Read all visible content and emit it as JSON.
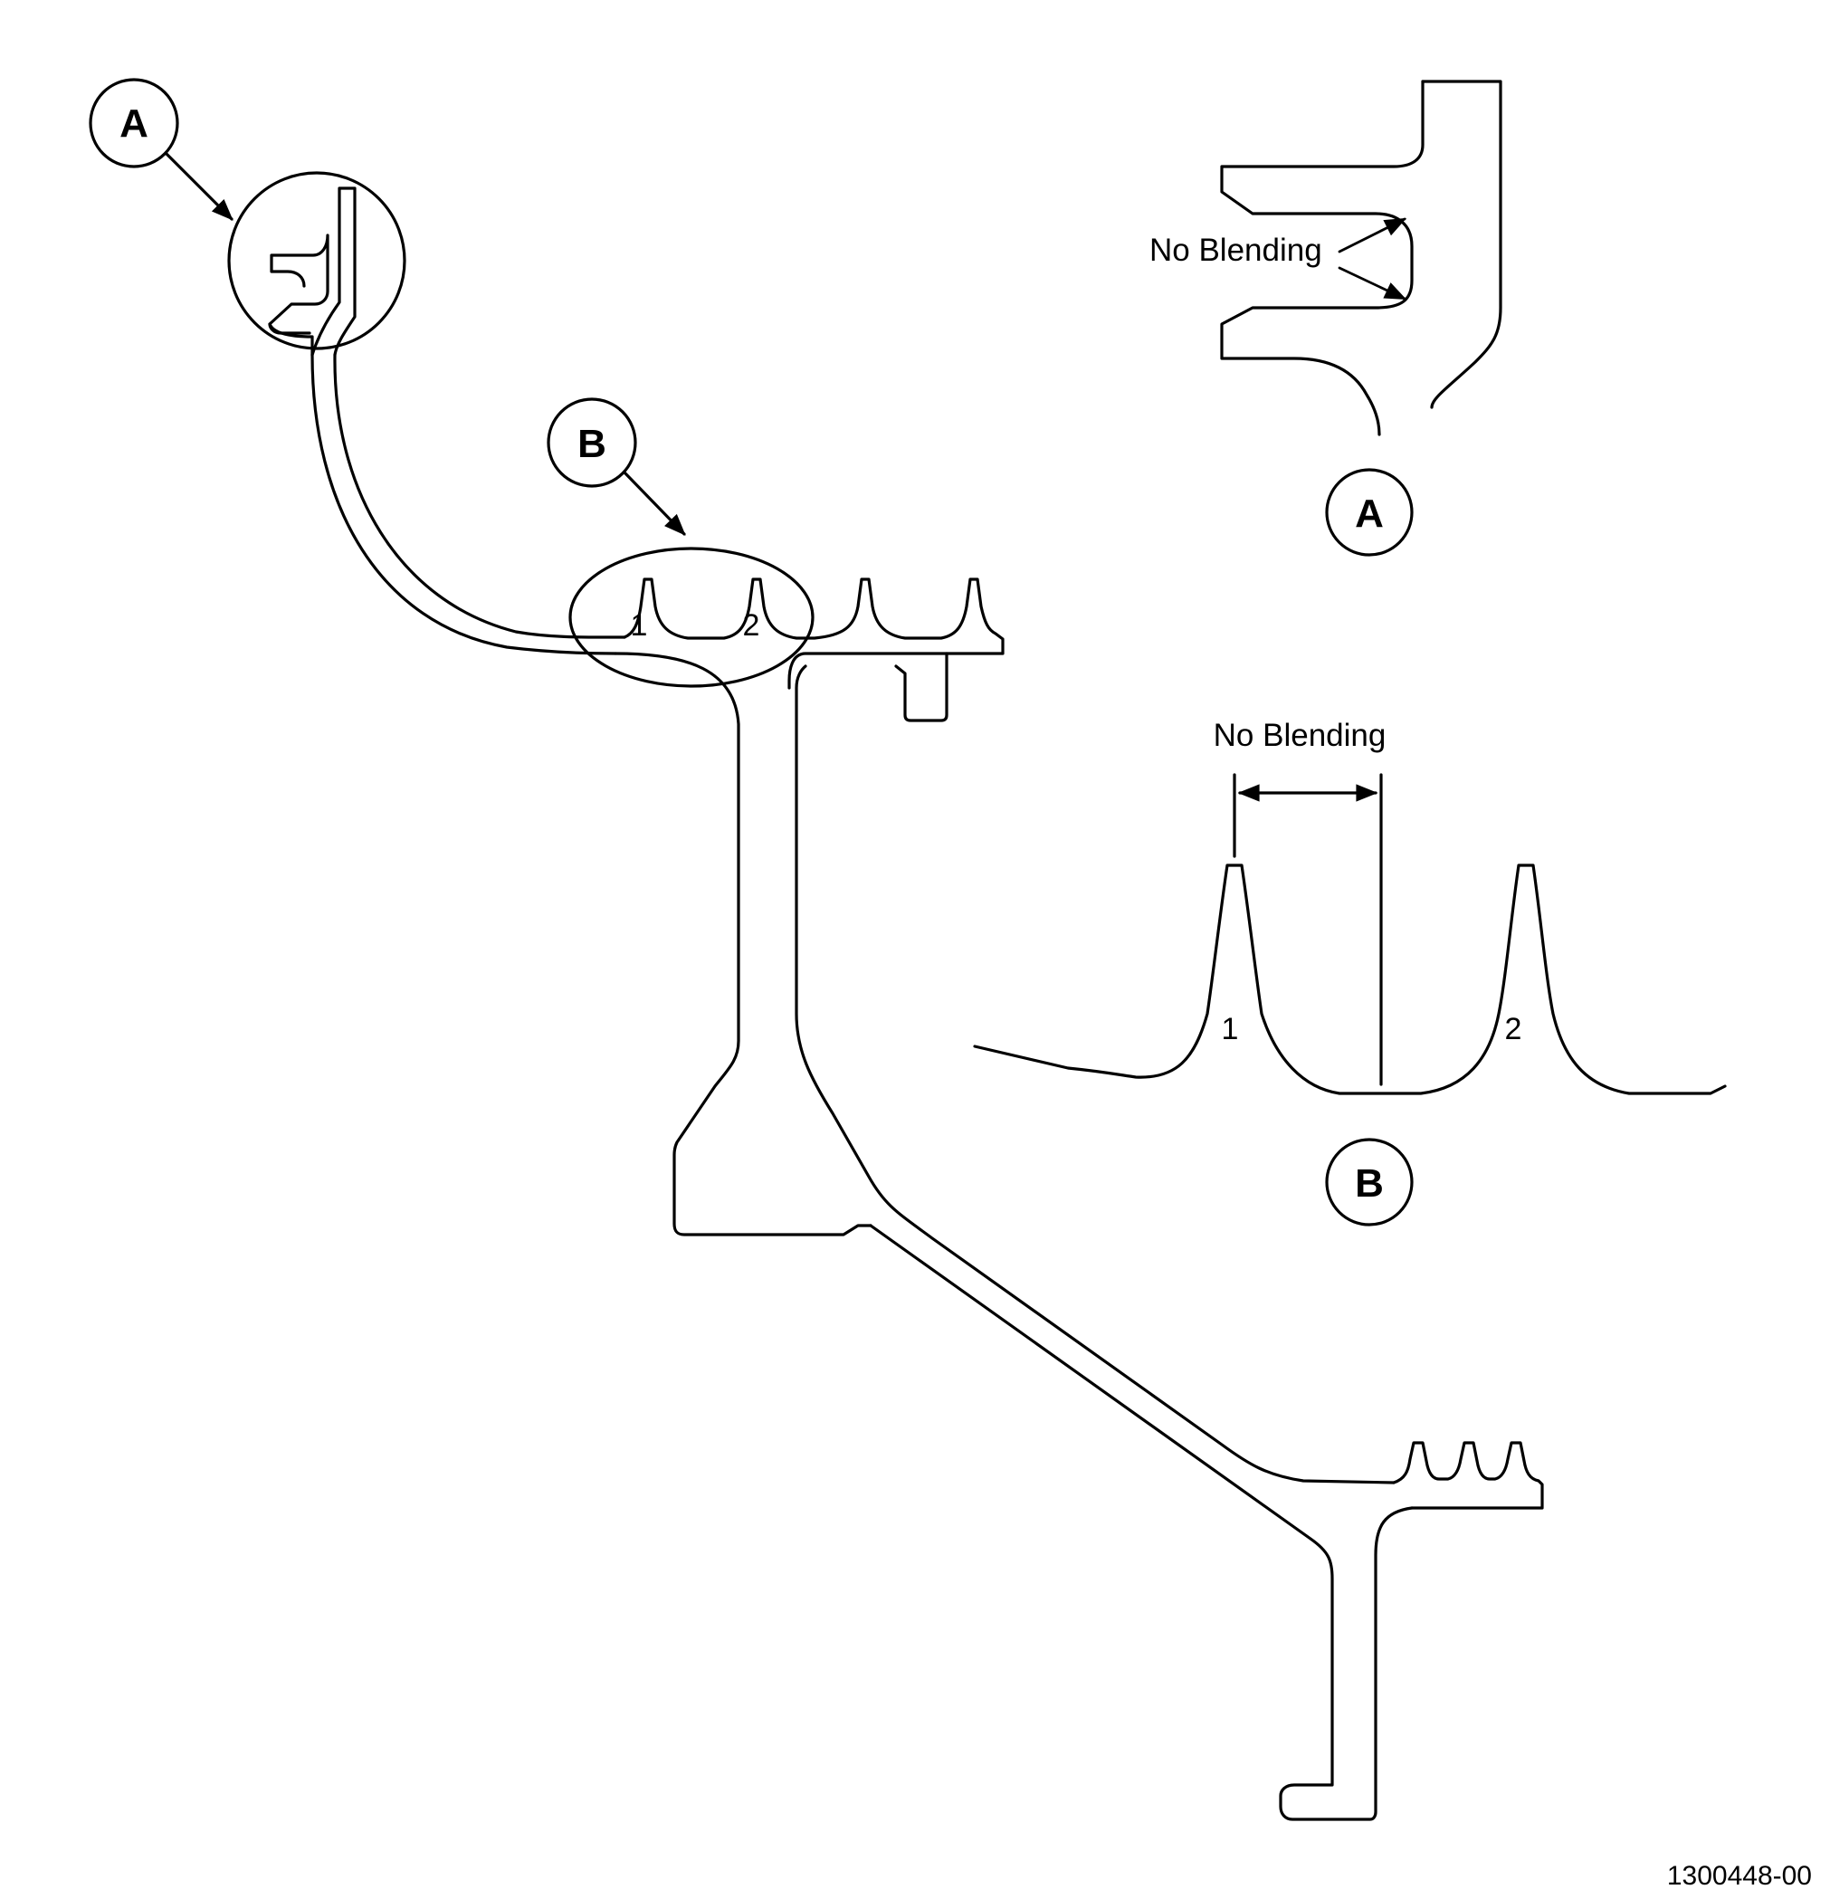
{
  "callouts": {
    "a_main": "A",
    "b_main": "B"
  },
  "detail_a": {
    "label": "No Blending",
    "caption": "A"
  },
  "detail_b": {
    "label": "No Blending",
    "tooth_1": "1",
    "tooth_2": "2",
    "caption": "B"
  },
  "main_view": {
    "tooth_1": "1",
    "tooth_2": "2"
  },
  "document_number": "1300448-00"
}
